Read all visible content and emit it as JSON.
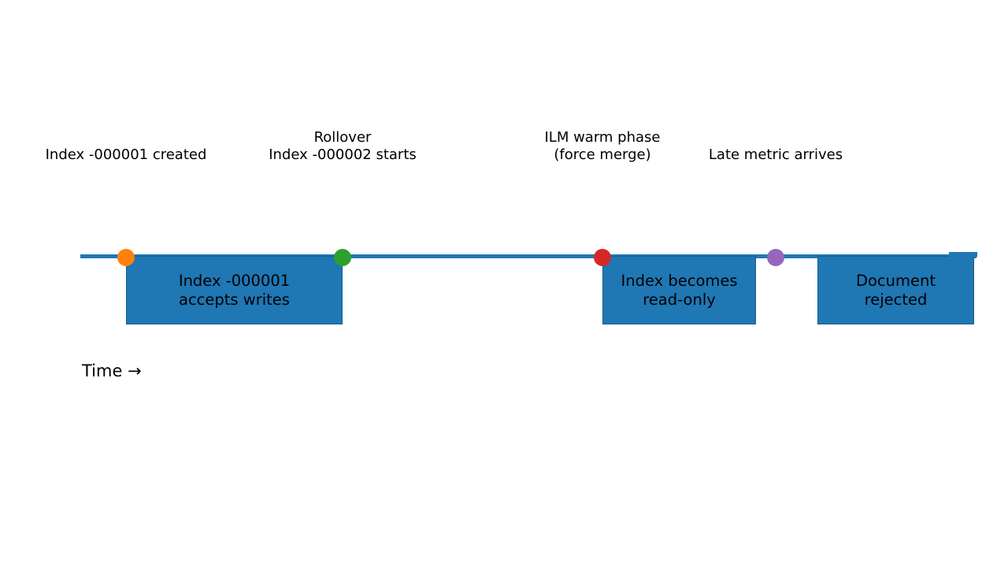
{
  "figure": {
    "background": "#ffffff",
    "text_color": "#000000"
  },
  "timeline": {
    "axis_label": "Time →",
    "line_color": "#1f77b4",
    "span_fill_color": "#1f77b4",
    "span_border_color": "#175d8c",
    "events": [
      {
        "name": "index-000001-created",
        "label": "Index -000001 created",
        "marker_color": "#ff7f0e"
      },
      {
        "name": "rollover",
        "label": "Rollover\nIndex -000002 starts",
        "marker_color": "#2ca02c"
      },
      {
        "name": "ilm-warm-phase",
        "label": "ILM warm phase\n(force merge)",
        "marker_color": "#d62728"
      },
      {
        "name": "late-metric-arrives",
        "label": "Late metric arrives",
        "marker_color": "#9467bd"
      }
    ],
    "spans": [
      {
        "name": "index-000001-accepts-writes",
        "label": "Index -000001\naccepts writes"
      },
      {
        "name": "index-becomes-read-only",
        "label": "Index becomes\nread-only"
      },
      {
        "name": "document-rejected",
        "label": "Document\nrejected"
      }
    ]
  }
}
